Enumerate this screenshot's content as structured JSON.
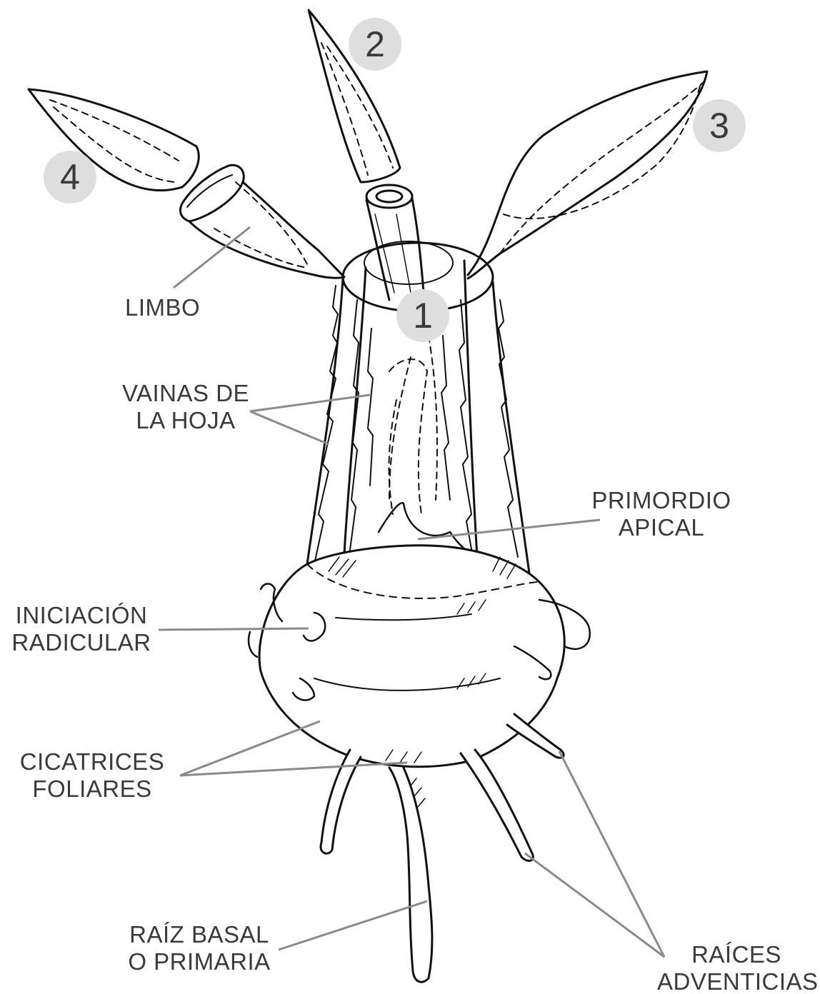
{
  "badges": {
    "b1": "1",
    "b2": "2",
    "b3": "3",
    "b4": "4"
  },
  "labels": {
    "limbo": "LIMBO",
    "vainas": {
      "line1": "VAINAS DE",
      "line2": "LA HOJA"
    },
    "primordio": {
      "line1": "PRIMORDIO",
      "line2": "APICAL"
    },
    "iniciacion": {
      "line1": "INICIACIÓN",
      "line2": "RADICULAR"
    },
    "cicatrices": {
      "line1": "CICATRICES",
      "line2": "FOLIARES"
    },
    "raiz_basal": {
      "line1": "RAÍZ BASAL",
      "line2": "O PRIMARIA"
    },
    "raices": {
      "line1": "RAÍCES",
      "line2": "ADVENTICIAS"
    }
  },
  "colors": {
    "ink": "#111111",
    "leader": "#8a8a8a",
    "label_text": "#3a3a3a",
    "badge_fill": "#dedede"
  }
}
